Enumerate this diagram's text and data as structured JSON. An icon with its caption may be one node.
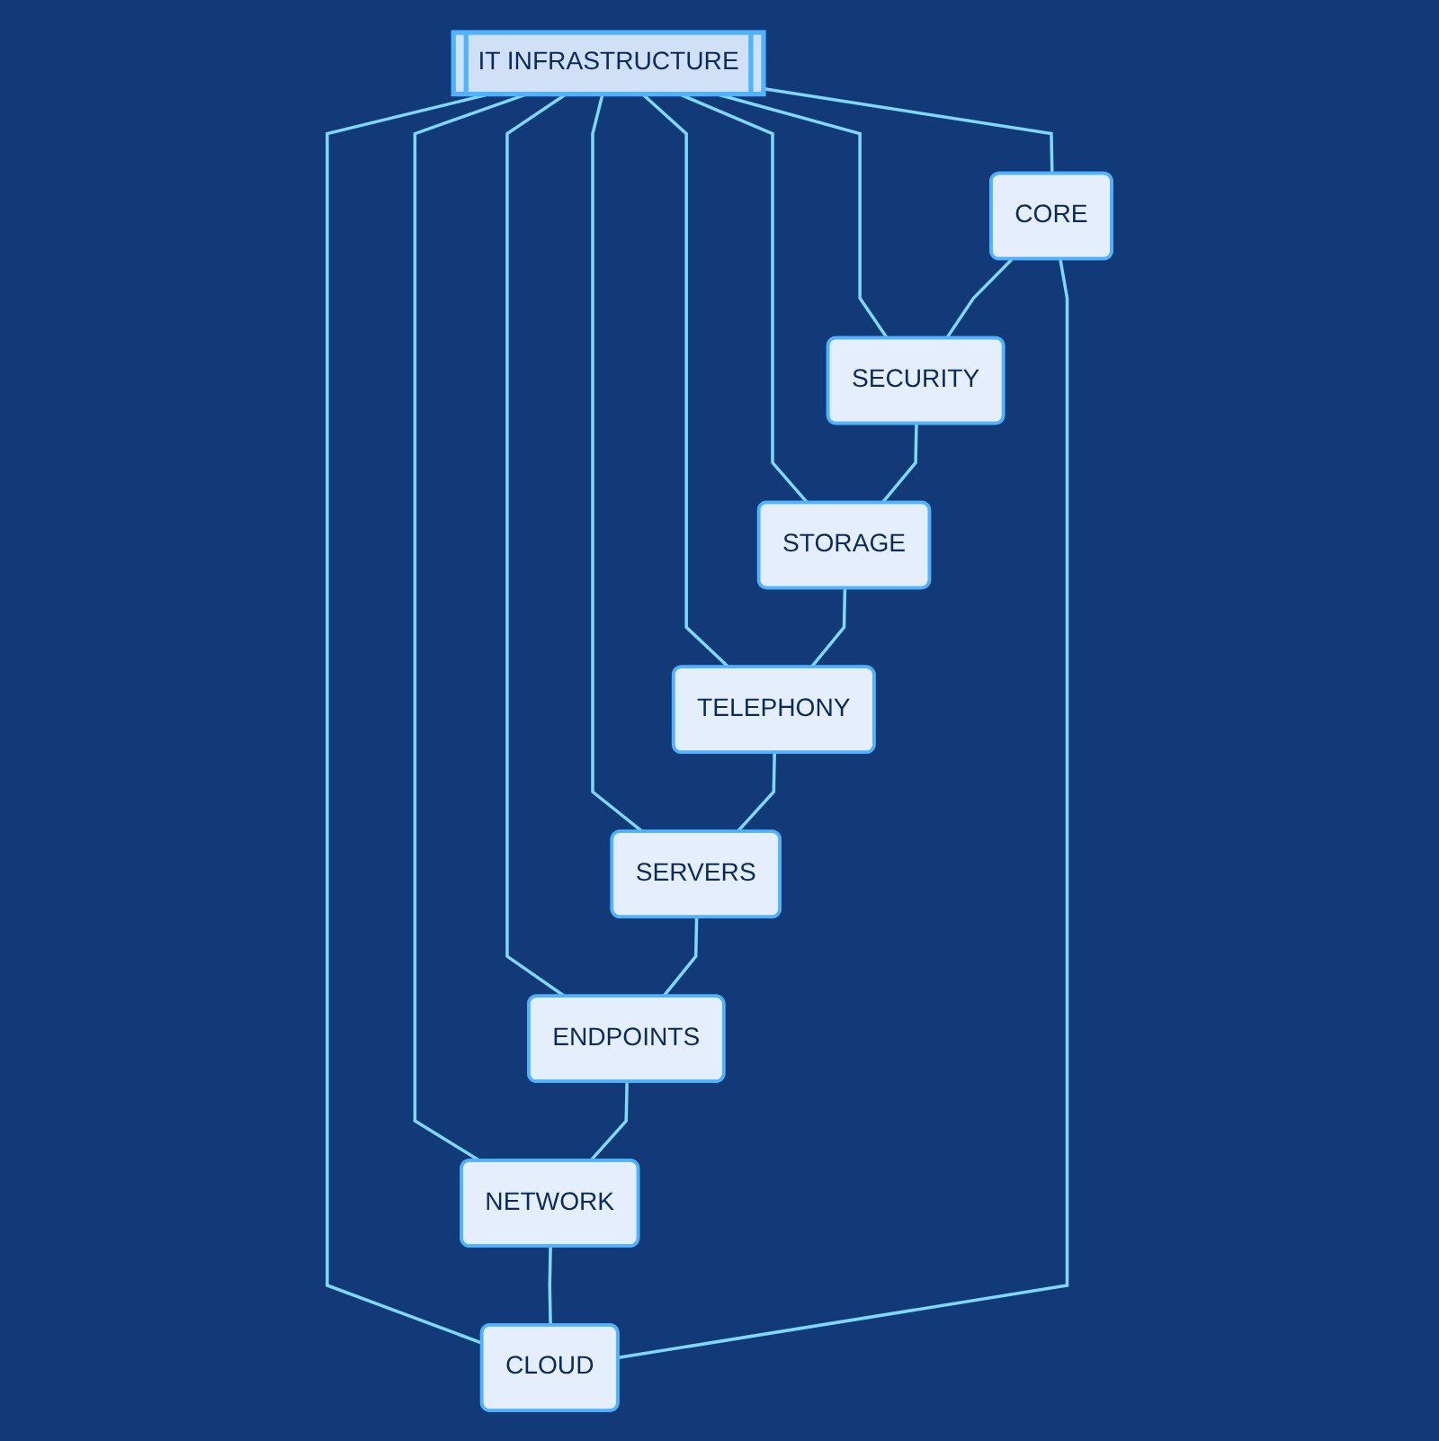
{
  "diagram": {
    "nodes": [
      {
        "text": [
          "CORE"
        ]
      },
      {
        "text": [
          "CLOUD"
        ]
      },
      {
        "text": [
          "SECURITY"
        ]
      },
      {
        "text": [
          "IT INFRASTRUCTURE"
        ]
      },
      {
        "text": [
          "NETWORK"
        ]
      },
      {
        "text": [
          "STORAGE"
        ]
      },
      {
        "text": [
          "ENDPOINTS"
        ]
      },
      {
        "text": [
          "TELEPHONY"
        ]
      },
      {
        "text": [
          "SERVERS"
        ]
      }
    ],
    "edges": [
      {
        "from": 3,
        "to": 0,
        "arrow": "none"
      },
      {
        "from": 3,
        "to": 1,
        "arrow": "none"
      },
      {
        "from": 3,
        "to": 2,
        "arrow": "none"
      },
      {
        "from": 3,
        "to": 4,
        "arrow": "none"
      },
      {
        "from": 3,
        "to": 5,
        "arrow": "none"
      },
      {
        "from": 3,
        "to": 6,
        "arrow": "none"
      },
      {
        "from": 3,
        "to": 7,
        "arrow": "none"
      },
      {
        "from": 3,
        "to": 8,
        "arrow": "none"
      },
      {
        "from": 1,
        "to": 0,
        "arrow": "none"
      },
      {
        "from": 0,
        "to": 2,
        "arrow": "none"
      },
      {
        "from": 2,
        "to": 5,
        "arrow": "none"
      },
      {
        "from": 5,
        "to": 7,
        "arrow": "none"
      },
      {
        "from": 7,
        "to": 8,
        "arrow": "none"
      },
      {
        "from": 8,
        "to": 6,
        "arrow": "none"
      },
      {
        "from": 6,
        "to": 4,
        "arrow": "none"
      },
      {
        "from": 4,
        "to": 1,
        "arrow": "none"
      }
    ]
  }
}
